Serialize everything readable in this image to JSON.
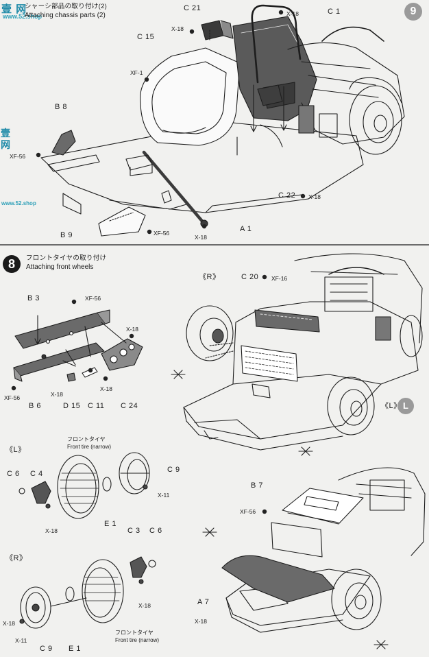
{
  "watermark": {
    "logo_text": "壹 网",
    "logo_url": "www.52.shop",
    "side_text": "壹网",
    "side_url": "www.52.shop"
  },
  "section1": {
    "title_jp": "シャーシ部品の取り付け(2)",
    "title_en": "Attaching chassis parts (2)",
    "step_hint": "9"
  },
  "section2": {
    "step_number": "8",
    "title_jp": "フロントタイヤの取り付け",
    "title_en": "Attaching front wheels",
    "side_hint": "L"
  },
  "labels": {
    "c21": "C 21",
    "x18_a": "X-18",
    "c1": "C 1",
    "x18_b": "X-18",
    "c15": "C 15",
    "xf1": "XF-1",
    "b8": "B 8",
    "xf56_a": "XF-56",
    "c22": "C 22",
    "x18_c": "X-18",
    "b9": "B 9",
    "xf56_b": "XF-56",
    "a1": "A 1",
    "x18_d": "X-18",
    "r_top": "《R》",
    "c20": "C 20",
    "xf16": "XF-16",
    "b3": "B 3",
    "xf56_c": "XF-56",
    "x18_e": "X-18",
    "xf56_d": "XF-56",
    "x18_f": "X-18",
    "d15": "D 15",
    "c11": "C 11",
    "x18_g": "X-18",
    "c24": "C 24",
    "b6": "B 6",
    "l_mid": "《L》",
    "l_left": "《L》",
    "front_tire_jp_1": "フロントタイヤ",
    "front_tire_en_1": "Front tire (narrow)",
    "c6_a": "C 6",
    "c4": "C 4",
    "c9_a": "C 9",
    "x11_a": "X-11",
    "x18_h": "X-18",
    "e1_a": "E 1",
    "b7": "B 7",
    "xf56_e": "XF-56",
    "r_left": "《R》",
    "c3": "C 3",
    "c6_b": "C 6",
    "x18_i": "X-18",
    "x18_j": "X-18",
    "x11_b": "X-11",
    "c9_b": "C 9",
    "e1_b": "E 1",
    "front_tire_jp_2": "フロントタイヤ",
    "front_tire_en_2": "Front tire (narrow)",
    "a7": "A 7",
    "x18_k": "X-18"
  }
}
